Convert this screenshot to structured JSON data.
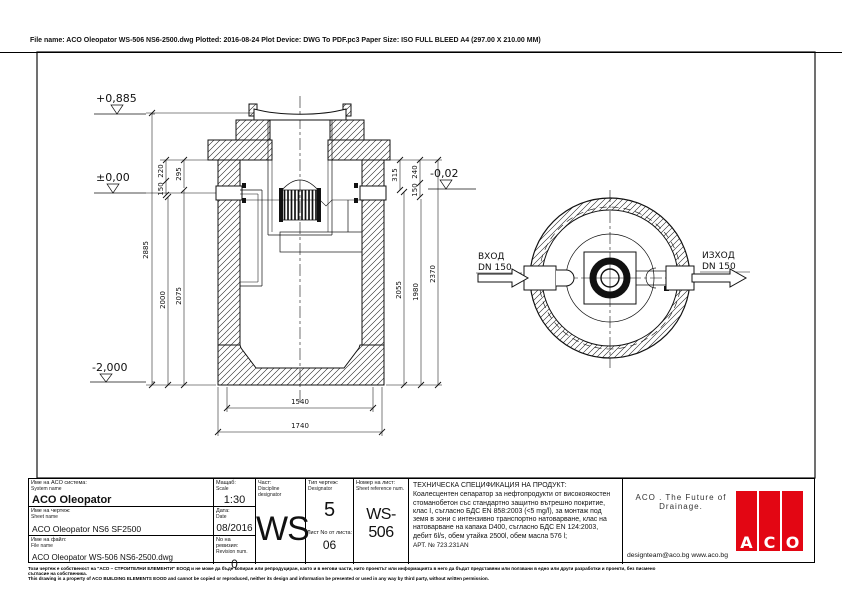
{
  "colors": {
    "brand_red": "#E30613",
    "ink": "#111111",
    "paper": "#FFFFFF"
  },
  "header": {
    "file_info": "File name: ACO Oleopator WS-506 NS6-2500.dwg    Plotted: 2016-08-24    Plot Device: DWG To PDF.pc3    Paper Size: ISO FULL BLEED A4 (297.00 X 210.00 MM)"
  },
  "section": {
    "levels": {
      "top": "+0,885",
      "ground": "±0,00",
      "bottom": "-2,000",
      "cover": "-0,02"
    },
    "dims": {
      "v2885": "2885",
      "v2000": "2000",
      "v2075": "2075",
      "v220": "220",
      "v150L": "150",
      "v295": "295",
      "v315": "315",
      "v240": "240",
      "v150R": "150",
      "v2055": "2055",
      "v1980": "1980",
      "v2370": "2370",
      "h1540": "1540",
      "h1740": "1740"
    }
  },
  "plan": {
    "inlet_label": "ВХОД",
    "inlet_dn": "DN 150",
    "outlet_label": "ИЗХОД",
    "outlet_dn": "DN 150"
  },
  "titleblock": {
    "system": {
      "label_bg": "Име на ACO система:",
      "label_en": "System name",
      "value": "ACO Oleopator"
    },
    "scale": {
      "label_bg": "Мащаб:",
      "label_en": "Scale",
      "value": "1:30"
    },
    "sheet": {
      "label_bg": "Име на чертеж:",
      "label_en": "Sheet name",
      "value": "ACO Oleopator  NS6 SF2500"
    },
    "date": {
      "label_bg": "Дата:",
      "label_en": "Date",
      "value": "08/2016"
    },
    "file": {
      "label_bg": "Име на файл:",
      "label_en": "File name",
      "value": "ACO Oleopator WS-506 NS6-2500.dwg"
    },
    "revision": {
      "label_bg": "No на ревизия:",
      "label_en": "Revision num.",
      "value": "0"
    },
    "discipline": {
      "label_bg": "Част:",
      "label_en": "Discipline designator",
      "value": "WS"
    },
    "type": {
      "label_bg": "Тип чертеж:",
      "label_en": "Designator",
      "value": "5",
      "sheet_of_label": "Лист No от листа:",
      "sheet_of_value": "06"
    },
    "ref": {
      "label_bg": "Номер на лист:",
      "label_en": "Sheet reference num.",
      "value": "WS-506"
    },
    "spec": {
      "title": "ТЕХНИЧЕСКА СПЕЦИФИКАЦИЯ НА ПРОДУКТ:",
      "body": "Коалесцентен сепаратор за нефтопродукти от високоякостен стоманобетон със стандартно защитно вътрешно покритие, клас I, съгласно БДС EN 858:2003 (<5 mg/l), за монтаж под земя в зони с интензивно транспортно натоварване, клас на натоварване на капака D400, съгласно БДС EN 124:2003, дебит 6l/s, обем утайка 2500l, обем масла 576 l;",
      "art": "АРТ. № 723.231AN"
    },
    "brand": {
      "slogan1": "ACO . The Future of",
      "slogan2": "Drainage.",
      "contacts": "designteam@aco.bg  www.aco.bg",
      "logo": [
        "A",
        "C",
        "O"
      ]
    }
  },
  "footer": {
    "disclaimer_bg": "Този чертеж е собственост на \"АСО – СТРОИТЕЛНИ ЕЛЕМЕНТИ\" ЕООД и не може да бъде копиран или репродуциран, както и в негови части, нито проектът или информацията в него да бъдат представяни или ползвани в едно или други разработки и проекти, без писмено съгласие на собственика.",
    "disclaimer_en": "This drawing is a property of ACO BUILDING ELEMENTS EOOD and cannot be copied or reproduced, neither its design and information be presented or used in any way by third party, without written permission."
  }
}
